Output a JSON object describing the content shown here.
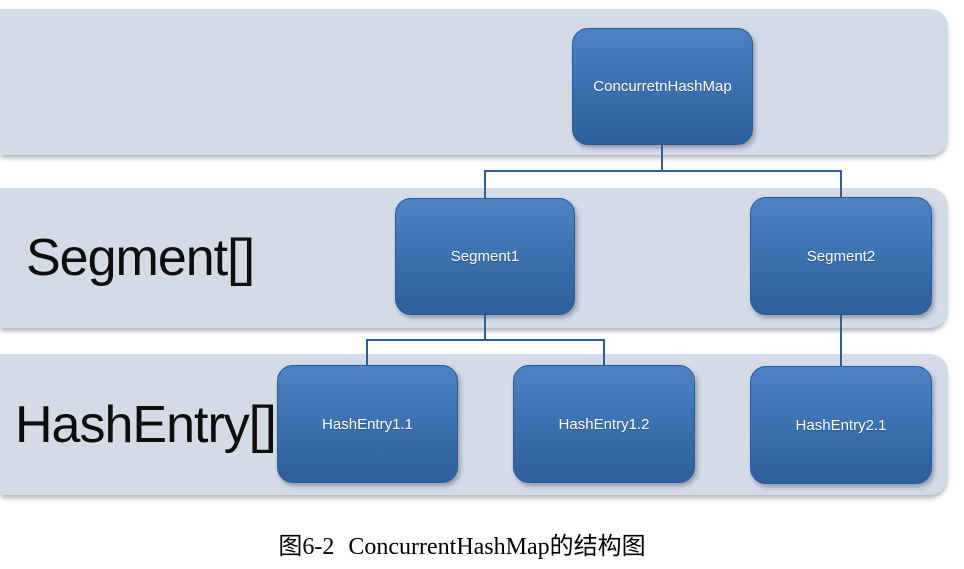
{
  "bands": [
    {
      "label": ""
    },
    {
      "label": "Segment[]"
    },
    {
      "label": "HashEntry[]"
    }
  ],
  "nodes": {
    "root": "ConcurretnHashMap",
    "segment1": "Segment1",
    "segment2": "Segment2",
    "hashentry11": "HashEntry1.1",
    "hashentry12": "HashEntry1.2",
    "hashentry21": "HashEntry2.1"
  },
  "caption": {
    "figure_number": "图6-2",
    "title": "ConcurrentHashMap的结构图"
  },
  "colors": {
    "band_bg": "#d4dae6",
    "band_label_text": "#0d0d0d",
    "node_top": "#4d83c6",
    "node_bottom": "#2e5f9e",
    "node_border": "#2a5a96",
    "node_text": "#ffffff",
    "connector": "#2f5f97",
    "caption_text": "#000000"
  }
}
